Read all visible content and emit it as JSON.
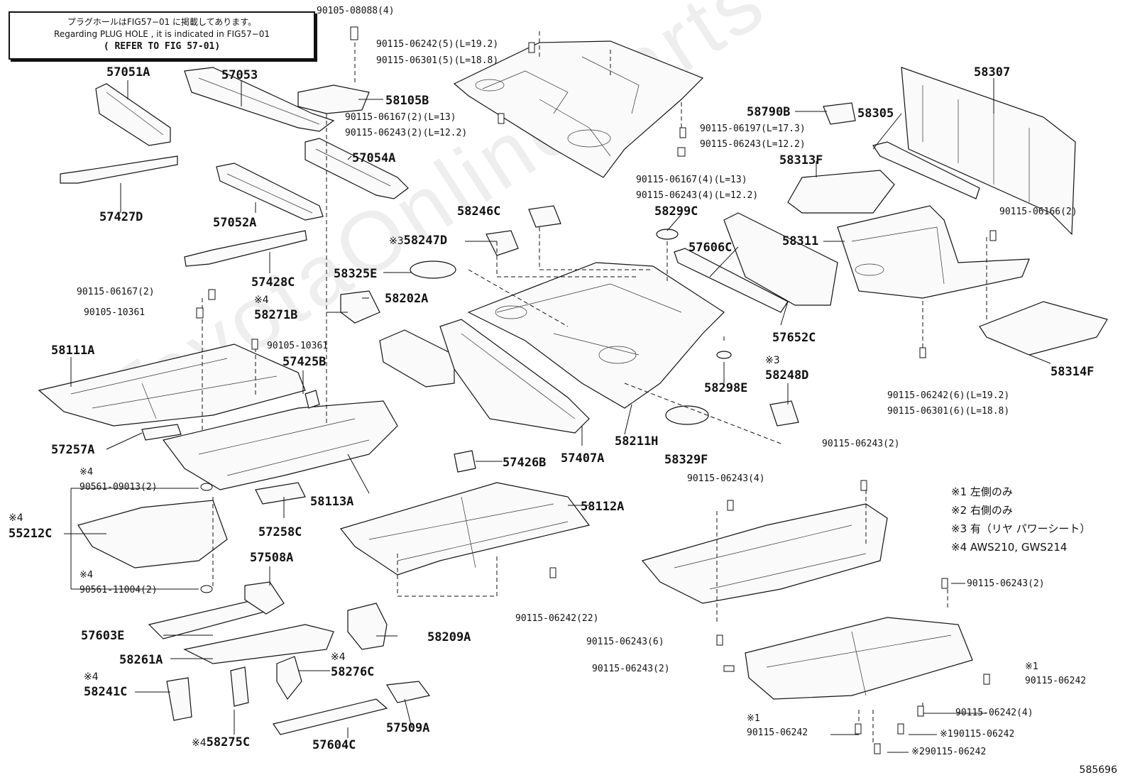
{
  "note": {
    "line1": "プラグホールはFIG57−01 に掲載してあります。",
    "line2": "Regarding PLUG HOLE , it is indicated in FIG57−01",
    "line3": "( REFER TO FIG 57-01)"
  },
  "watermark": "ToyotaOnlineParts",
  "figure_id": "585696",
  "legend": [
    "※1 左側のみ",
    "※2 右側のみ",
    "※3 有（リヤ パワーシート）",
    "※4 AWS210, GWS214"
  ],
  "parts": [
    {
      "id": "57051A"
    },
    {
      "id": "57053"
    },
    {
      "id": "58105B"
    },
    {
      "id": "57054A"
    },
    {
      "id": "57427D"
    },
    {
      "id": "57052A"
    },
    {
      "id": "57428C"
    },
    {
      "id": "58246C"
    },
    {
      "id": "58247D",
      "prefix": "※3"
    },
    {
      "id": "58325E"
    },
    {
      "id": "58202A"
    },
    {
      "id": "58271B",
      "prefix": "※4"
    },
    {
      "id": "58111A"
    },
    {
      "id": "57425B"
    },
    {
      "id": "57257A"
    },
    {
      "id": "58113A"
    },
    {
      "id": "57407A"
    },
    {
      "id": "58211H"
    },
    {
      "id": "58329F"
    },
    {
      "id": "57426B"
    },
    {
      "id": "58112A"
    },
    {
      "id": "55212C",
      "prefix": "※4"
    },
    {
      "id": "57258C"
    },
    {
      "id": "57508A"
    },
    {
      "id": "57603E"
    },
    {
      "id": "58261A"
    },
    {
      "id": "58209A"
    },
    {
      "id": "58276C",
      "prefix": "※4"
    },
    {
      "id": "58241C",
      "prefix": "※4"
    },
    {
      "id": "58275C",
      "prefix": "※4"
    },
    {
      "id": "57604C"
    },
    {
      "id": "57509A"
    },
    {
      "id": "58307"
    },
    {
      "id": "58790B"
    },
    {
      "id": "58305"
    },
    {
      "id": "58313F"
    },
    {
      "id": "58299C"
    },
    {
      "id": "57606C"
    },
    {
      "id": "58311"
    },
    {
      "id": "57652C"
    },
    {
      "id": "58298E"
    },
    {
      "id": "58248D",
      "prefix": "※3"
    },
    {
      "id": "58314F"
    }
  ],
  "fasteners": [
    {
      "text": "90105-08088(4)"
    },
    {
      "text": "90115-06242(5)(L=19.2)"
    },
    {
      "text": "90115-06301(5)(L=18.8)"
    },
    {
      "text": "90115-06167(2)(L=13)"
    },
    {
      "text": "90115-06243(2)(L=12.2)"
    },
    {
      "text": "90115-06197(L=17.3)"
    },
    {
      "text": "90115-06243(L=12.2)"
    },
    {
      "text": "90115-06167(4)(L=13)"
    },
    {
      "text": "90115-06243(4)(L=12.2)"
    },
    {
      "text": "90115-06166(2)"
    },
    {
      "text": "90115-06167(2)"
    },
    {
      "text": "90105-10361"
    },
    {
      "text": "90105-10361"
    },
    {
      "text": "90561-09013(2)",
      "prefix": "※4"
    },
    {
      "text": "90561-11004(2)",
      "prefix": "※4"
    },
    {
      "text": "90115-06242(22)"
    },
    {
      "text": "90115-06242(6)(L=19.2)"
    },
    {
      "text": "90115-06301(6)(L=18.8)"
    },
    {
      "text": "90115-06243(2)"
    },
    {
      "text": "90115-06243(4)"
    },
    {
      "text": "90115-06243(2)"
    },
    {
      "text": "90115-06243(6)"
    },
    {
      "text": "90115-06243(2)"
    },
    {
      "text": "90115-06242",
      "prefix": "※1"
    },
    {
      "text": "90115-06242(4)"
    },
    {
      "text": "90115-06242",
      "prefix": "※1"
    },
    {
      "text": "90115-06242",
      "prefix": "※1"
    },
    {
      "text": "90115-06242",
      "prefix": "※2"
    }
  ]
}
